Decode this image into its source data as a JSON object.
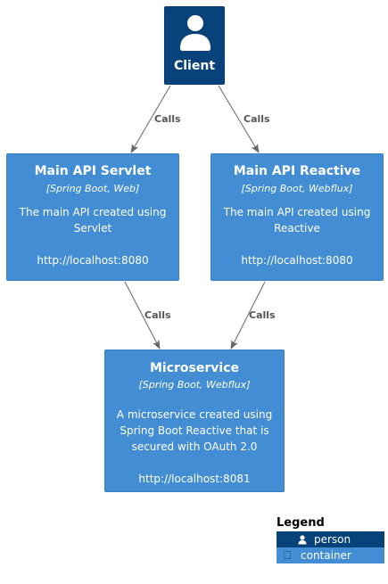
{
  "colors": {
    "person": "#08427b",
    "container": "#438dd5",
    "arrow": "#666666",
    "relation_text": "#555555"
  },
  "nodes": {
    "client": {
      "title": "Client",
      "icon": "person-icon"
    },
    "main_servlet": {
      "title": "Main API Servlet",
      "technology": "[Spring Boot, Web]",
      "description_lines": [
        "The main API created using",
        "Servlet"
      ],
      "url": "http://localhost:8080"
    },
    "main_reactive": {
      "title": "Main API Reactive",
      "technology": "[Spring Boot, Webflux]",
      "description_lines": [
        "The main API created using",
        "Reactive"
      ],
      "url": "http://localhost:8080"
    },
    "microservice": {
      "title": "Microservice",
      "technology": "[Spring Boot, Webflux]",
      "description_lines": [
        "A microservice created using",
        "Spring Boot Reactive that is",
        "secured with OAuth 2.0"
      ],
      "url": "http://localhost:8081"
    }
  },
  "relations": [
    {
      "from": "client",
      "to": "main_servlet",
      "label": "Calls"
    },
    {
      "from": "client",
      "to": "main_reactive",
      "label": "Calls"
    },
    {
      "from": "main_servlet",
      "to": "microservice",
      "label": "Calls"
    },
    {
      "from": "main_reactive",
      "to": "microservice",
      "label": "Calls"
    }
  ],
  "legend": {
    "title": "Legend",
    "items": [
      {
        "label": "person",
        "icon": "person-icon"
      },
      {
        "label": "container",
        "icon": "container-swatch"
      }
    ]
  }
}
